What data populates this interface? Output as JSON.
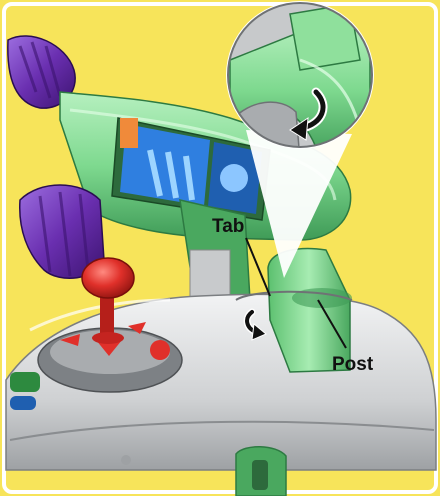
{
  "labels": {
    "tab": "Tab",
    "post": "Post"
  },
  "colors": {
    "background": "#f7e45a",
    "frame": "#ffffff",
    "green_body": "#7ed98f",
    "green_dark": "#3f9b57",
    "purple_handle": "#6a2fb0",
    "red_joystick": "#e0302a",
    "gray_base": "#d9dadb",
    "gray_dark": "#9ea1a4",
    "screen_blue": "#2f7fe0",
    "screen_orange": "#f08a3a",
    "arrow_black": "#111111"
  },
  "icons": {
    "magnifier": "zoom-detail-callout",
    "arrow": "curved-rotation-arrow"
  }
}
